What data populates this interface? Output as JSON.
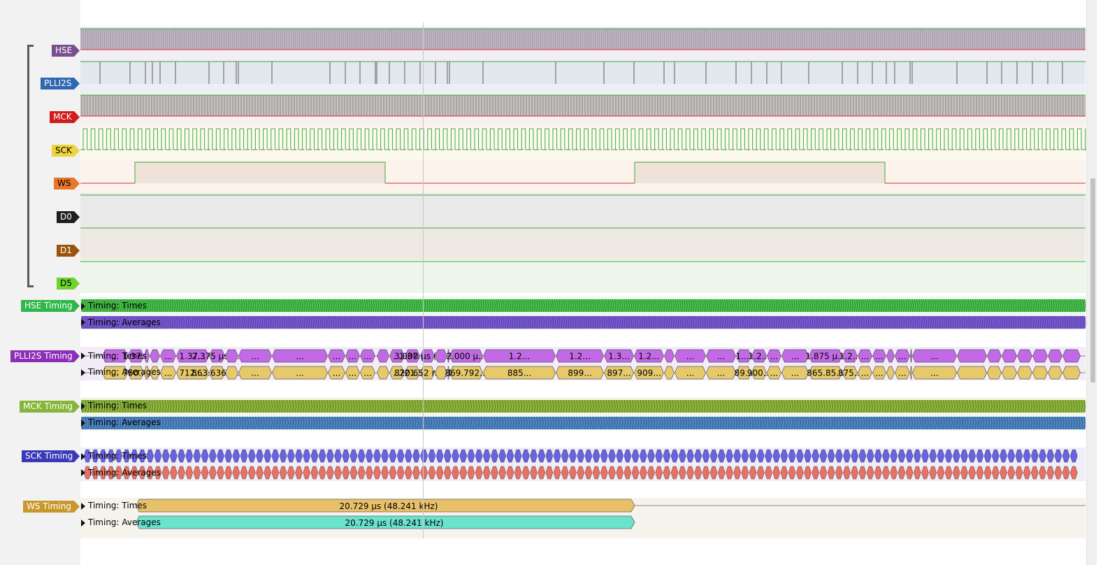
{
  "channels": [
    {
      "id": "hse",
      "label": "HSE",
      "color": "#7a4f8f",
      "textColor": "#ffffff"
    },
    {
      "id": "plli2s",
      "label": "PLLI2S",
      "color": "#2f67b1",
      "textColor": "#ffffff"
    },
    {
      "id": "mck",
      "label": "MCK",
      "color": "#d21c1c",
      "textColor": "#ffffff"
    },
    {
      "id": "sck",
      "label": "SCK",
      "color": "#ecd43a",
      "textColor": "#000000"
    },
    {
      "id": "ws",
      "label": "WS",
      "color": "#e8772a",
      "textColor": "#000000"
    },
    {
      "id": "d0",
      "label": "D0",
      "color": "#1f1f1f",
      "textColor": "#ffffff"
    },
    {
      "id": "d1",
      "label": "D1",
      "color": "#9a5410",
      "textColor": "#ffffff"
    },
    {
      "id": "d5",
      "label": "D5",
      "color": "#6ed22f",
      "textColor": "#000000"
    }
  ],
  "analyzers": [
    {
      "id": "hse_timing",
      "label": "HSE Timing",
      "color": "#2fb84a",
      "textColor": "#ffffff"
    },
    {
      "id": "plli2s_timing",
      "label": "PLLI2S Timing",
      "color": "#8b2fb8",
      "textColor": "#ffffff"
    },
    {
      "id": "mck_timing",
      "label": "MCK Timing",
      "color": "#86b53a",
      "textColor": "#ffffff"
    },
    {
      "id": "sck_timing",
      "label": "SCK Timing",
      "color": "#3a3ab8",
      "textColor": "#ffffff"
    },
    {
      "id": "ws_timing",
      "label": "WS Timing",
      "color": "#c9982c",
      "textColor": "#ffffff"
    }
  ],
  "row_labels": {
    "times": "Timing: Times",
    "averages": "Timing: Averages"
  },
  "plli2s_times_labels": [
    "...",
    "1.37...",
    "...",
    "1.37...",
    "2.375 µs (...",
    "...",
    "...",
    "...",
    "...",
    "...",
    "...",
    "1.37...",
    "3.000 µs (333...",
    "2.000 µ...",
    "1.2...",
    "1.2...",
    "1.3...",
    "1.2...",
    "...",
    "...",
    "1....",
    "1.2...",
    "...",
    "...",
    "1.875 µ...",
    "1.2...",
    "...",
    "...",
    "...",
    "..."
  ],
  "plli2s_avg_labels": [
    "...",
    "750....",
    "...",
    "712....",
    "863.636 n...",
    "...",
    "...",
    "...",
    "...",
    "...",
    "...",
    "721....",
    "820.652 ns (1...",
    "869.792...",
    "885...",
    "899...",
    "897...",
    "909...",
    "...",
    "...",
    "89...",
    "900...",
    "...",
    "...",
    "865.85...",
    "875...",
    "...",
    "...",
    "...",
    "..."
  ],
  "ws_times_label": "20.729 µs (48.241 kHz)",
  "ws_avg_label": "20.729 µs (48.241 kHz)",
  "colors": {
    "hse_times_fill": "#46c24a",
    "hse_avg_fill": "#7a59d8",
    "plli2s_times_fill": "#c26ae6",
    "plli2s_avg_fill": "#e6c96a",
    "mck_times_fill": "#8cb43a",
    "mck_avg_fill": "#4d84c4",
    "sck_times_fill": "#6a62e0",
    "sck_avg_fill": "#e87262",
    "ws_times_fill": "#e8c06a",
    "ws_avg_fill": "#6ae2cc"
  }
}
